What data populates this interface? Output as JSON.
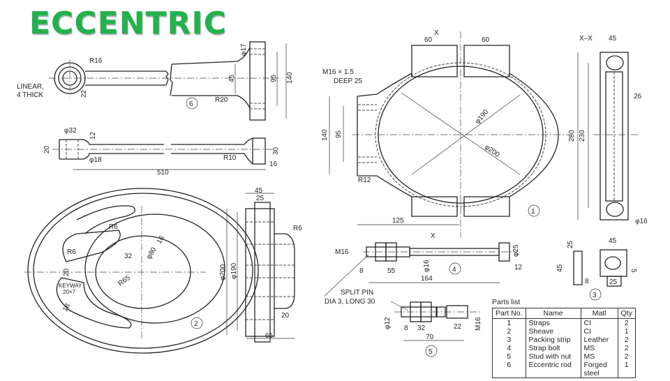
{
  "title": "ECCENTRIC",
  "title_color": "#22b14c",
  "part6": {
    "callout": "6",
    "R16": "R16",
    "linear": "LINEAR,",
    "thick": "4 THICK",
    "d22": "22",
    "d45": "45",
    "d95": "95",
    "d140": "140",
    "phi17": "φ17",
    "R20": "R20",
    "phi32": "φ32",
    "d12": "12",
    "d20": "20",
    "phi18": "φ18",
    "R10": "R10",
    "d30": "30",
    "d16": "16",
    "d510": "510"
  },
  "part2": {
    "callout": "2",
    "R6a": "R6",
    "R6b": "R6",
    "d32": "32",
    "phi80": "φ80",
    "d16": "16",
    "R65": "R65",
    "d20": "20",
    "keyway": "KEYWAY",
    "keyway_size": "20×7",
    "d18": "18",
    "d45": "45",
    "d25": "25",
    "phi200": "φ200",
    "phi190": "φ190",
    "R6c": "R6",
    "d20b": "20",
    "d65": "65"
  },
  "part1": {
    "callout": "1",
    "x_top": "X",
    "x_bottom": "X",
    "d60a": "60",
    "d60b": "60",
    "thread": "M16 × 1.5",
    "deep": "DEEP 25",
    "d140": "140",
    "d95": "95",
    "phi190": "φ190",
    "phi200": "φ200",
    "R12": "R12",
    "d125": "125",
    "d280": "280",
    "d230": "230",
    "section": "X–X",
    "d45": "45",
    "d26": "26",
    "phi16": "φ16"
  },
  "part4": {
    "callout": "4",
    "M16": "M16",
    "d8": "8",
    "d55": "55",
    "phi16": "φ16",
    "d164": "164",
    "phi25": "φ25",
    "d12": "12",
    "split_pin": "SPLIT PIN",
    "pin_size": "DIA 3, LONG 30"
  },
  "part5": {
    "callout": "5",
    "phi12": "φ12",
    "d8": "8",
    "d32": "32",
    "d22": "22",
    "M16": "M16",
    "d70": "70"
  },
  "part3": {
    "callout": "3",
    "d25a": "25",
    "d45a": "45",
    "d45b": "45",
    "d5": "5",
    "d8": "8",
    "d25b": "25"
  },
  "parts_list": {
    "caption": "Parts list",
    "headers": [
      "Part No.",
      "Name",
      "Matl",
      "Qty"
    ],
    "rows": [
      [
        "1",
        "Straps",
        "CI",
        "2"
      ],
      [
        "2",
        "Sheave",
        "CI",
        "1"
      ],
      [
        "3",
        "Packing strip",
        "Leather",
        "2"
      ],
      [
        "4",
        "Strap bolt",
        "MS",
        "2"
      ],
      [
        "5",
        "Stud with nut",
        "MS",
        "2"
      ],
      [
        "6",
        "Eccentric rod",
        "Forged steel",
        "1"
      ]
    ]
  }
}
